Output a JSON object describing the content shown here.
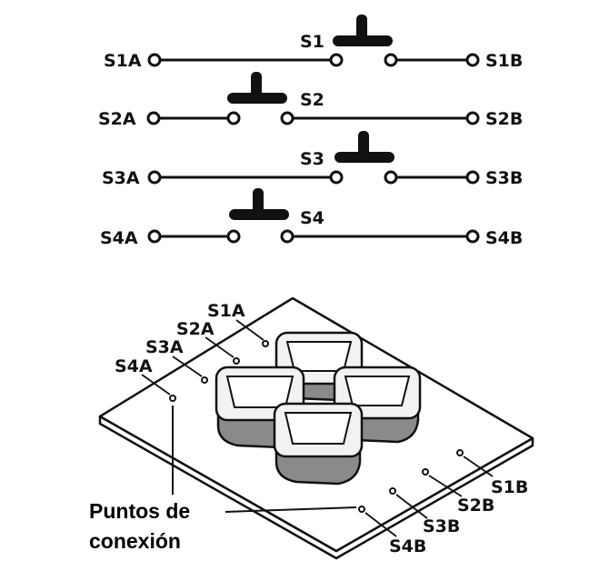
{
  "schematic": {
    "rows": [
      {
        "switch": "S1",
        "left": "S1A",
        "right": "S1B",
        "state": "open-up"
      },
      {
        "switch": "S2",
        "left": "S2A",
        "right": "S2B",
        "state": "open-up"
      },
      {
        "switch": "S3",
        "left": "S3A",
        "right": "S3B",
        "state": "open-up"
      },
      {
        "switch": "S4",
        "left": "S4A",
        "right": "S4B",
        "state": "open-up"
      }
    ]
  },
  "board": {
    "left_points": [
      "S1A",
      "S2A",
      "S3A",
      "S4A"
    ],
    "right_points": [
      "S1B",
      "S2B",
      "S3B",
      "S4B"
    ],
    "button_count": 4
  },
  "annotation": {
    "line1": "Puntos de",
    "line2": "conexión"
  },
  "colors": {
    "ink": "#111111",
    "board_fill": "#ffffff",
    "button_face": "#f2f2f2",
    "button_shadow": "#8a8a8a"
  }
}
